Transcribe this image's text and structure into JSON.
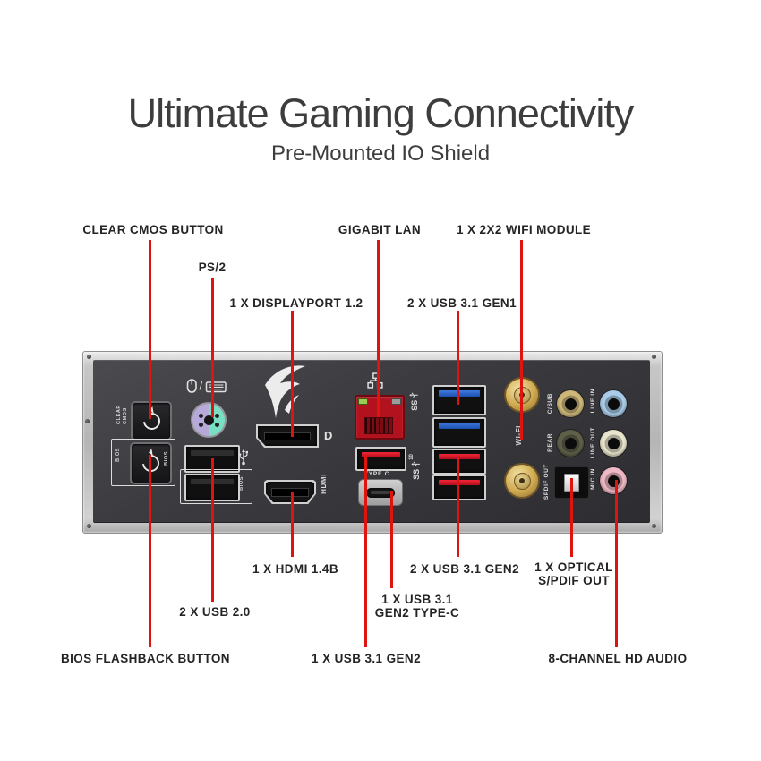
{
  "title": "Ultimate Gaming Connectivity",
  "subtitle": "Pre-Mounted IO Shield",
  "colors": {
    "callout_line": "#e0140e",
    "label_text": "#242424",
    "panel_dark": "#3a3a3e",
    "frame_silver": "#c7c7c7",
    "usb31_gen1_blue": "#2e66cc",
    "usb31_gen2_red": "#de1428",
    "lan_red": "#b2121e",
    "wifi_gold": "#cfa94e",
    "ps2_purple": "#b7a9da",
    "ps2_green": "#79dfc2",
    "audio_csub": "#cdb87a",
    "audio_line_in": "#a9cde8",
    "audio_rear": "#60604a",
    "audio_line_out": "#e9e5cd",
    "audio_mic_in": "#efb9c5"
  },
  "callouts": {
    "top": [
      {
        "id": "clear-cmos",
        "text": "CLEAR CMOS BUTTON"
      },
      {
        "id": "gigabit-lan",
        "text": "GIGABIT LAN"
      },
      {
        "id": "wifi-module",
        "text": "1 X 2X2 WIFI MODULE"
      },
      {
        "id": "ps2",
        "text": "PS/2"
      },
      {
        "id": "displayport",
        "text": "1 X DISPLAYPORT 1.2"
      },
      {
        "id": "usb31-gen1",
        "text": "2 X USB 3.1 GEN1"
      }
    ],
    "bottom": [
      {
        "id": "hdmi",
        "text": "1 X HDMI 1.4B"
      },
      {
        "id": "usb31-gen2-pair",
        "text": "2 X USB 3.1 GEN2"
      },
      {
        "id": "optical-spdif",
        "line1": "1 X OPTICAL",
        "line2": "S/PDIF OUT"
      },
      {
        "id": "usb31-gen2-typec",
        "line1": "1 X USB 3.1",
        "line2": "GEN2 TYPE-C"
      },
      {
        "id": "usb2",
        "text": "2 X USB 2.0"
      },
      {
        "id": "bios-flashback",
        "text": "BIOS FLASHBACK BUTTON"
      },
      {
        "id": "usb31-gen2-single",
        "text": "1 X USB 3.1 GEN2"
      },
      {
        "id": "hd-audio",
        "text": "8-CHANNEL HD AUDIO"
      }
    ]
  },
  "panel": {
    "clear_cmos_line1": "CLEAR",
    "clear_cmos_line2": "CMOS",
    "bios_outer_label": "BIOS",
    "bios_button_label": "BIOS",
    "usb2_bios_label": "BIOS",
    "hdmi_label": "HDMI",
    "wifi_label": "WI-FI",
    "type_c_label": "TYPE C",
    "dp_logo": "D",
    "ss_icon": "SS",
    "ss10_sup": "10",
    "audio_labels": [
      "C/SUB",
      "LINE IN",
      "REAR",
      "LINE OUT",
      "SPDIF OUT",
      "MIC IN"
    ]
  },
  "icons": [
    "rog-logo-icon",
    "mouse-keyboard-icon",
    "usb-icon",
    "lan-icon",
    "circular-arrow-icon",
    "usb3-speed-icon",
    "usb3-gen2-speed-icon",
    "displayport-logo-icon"
  ]
}
